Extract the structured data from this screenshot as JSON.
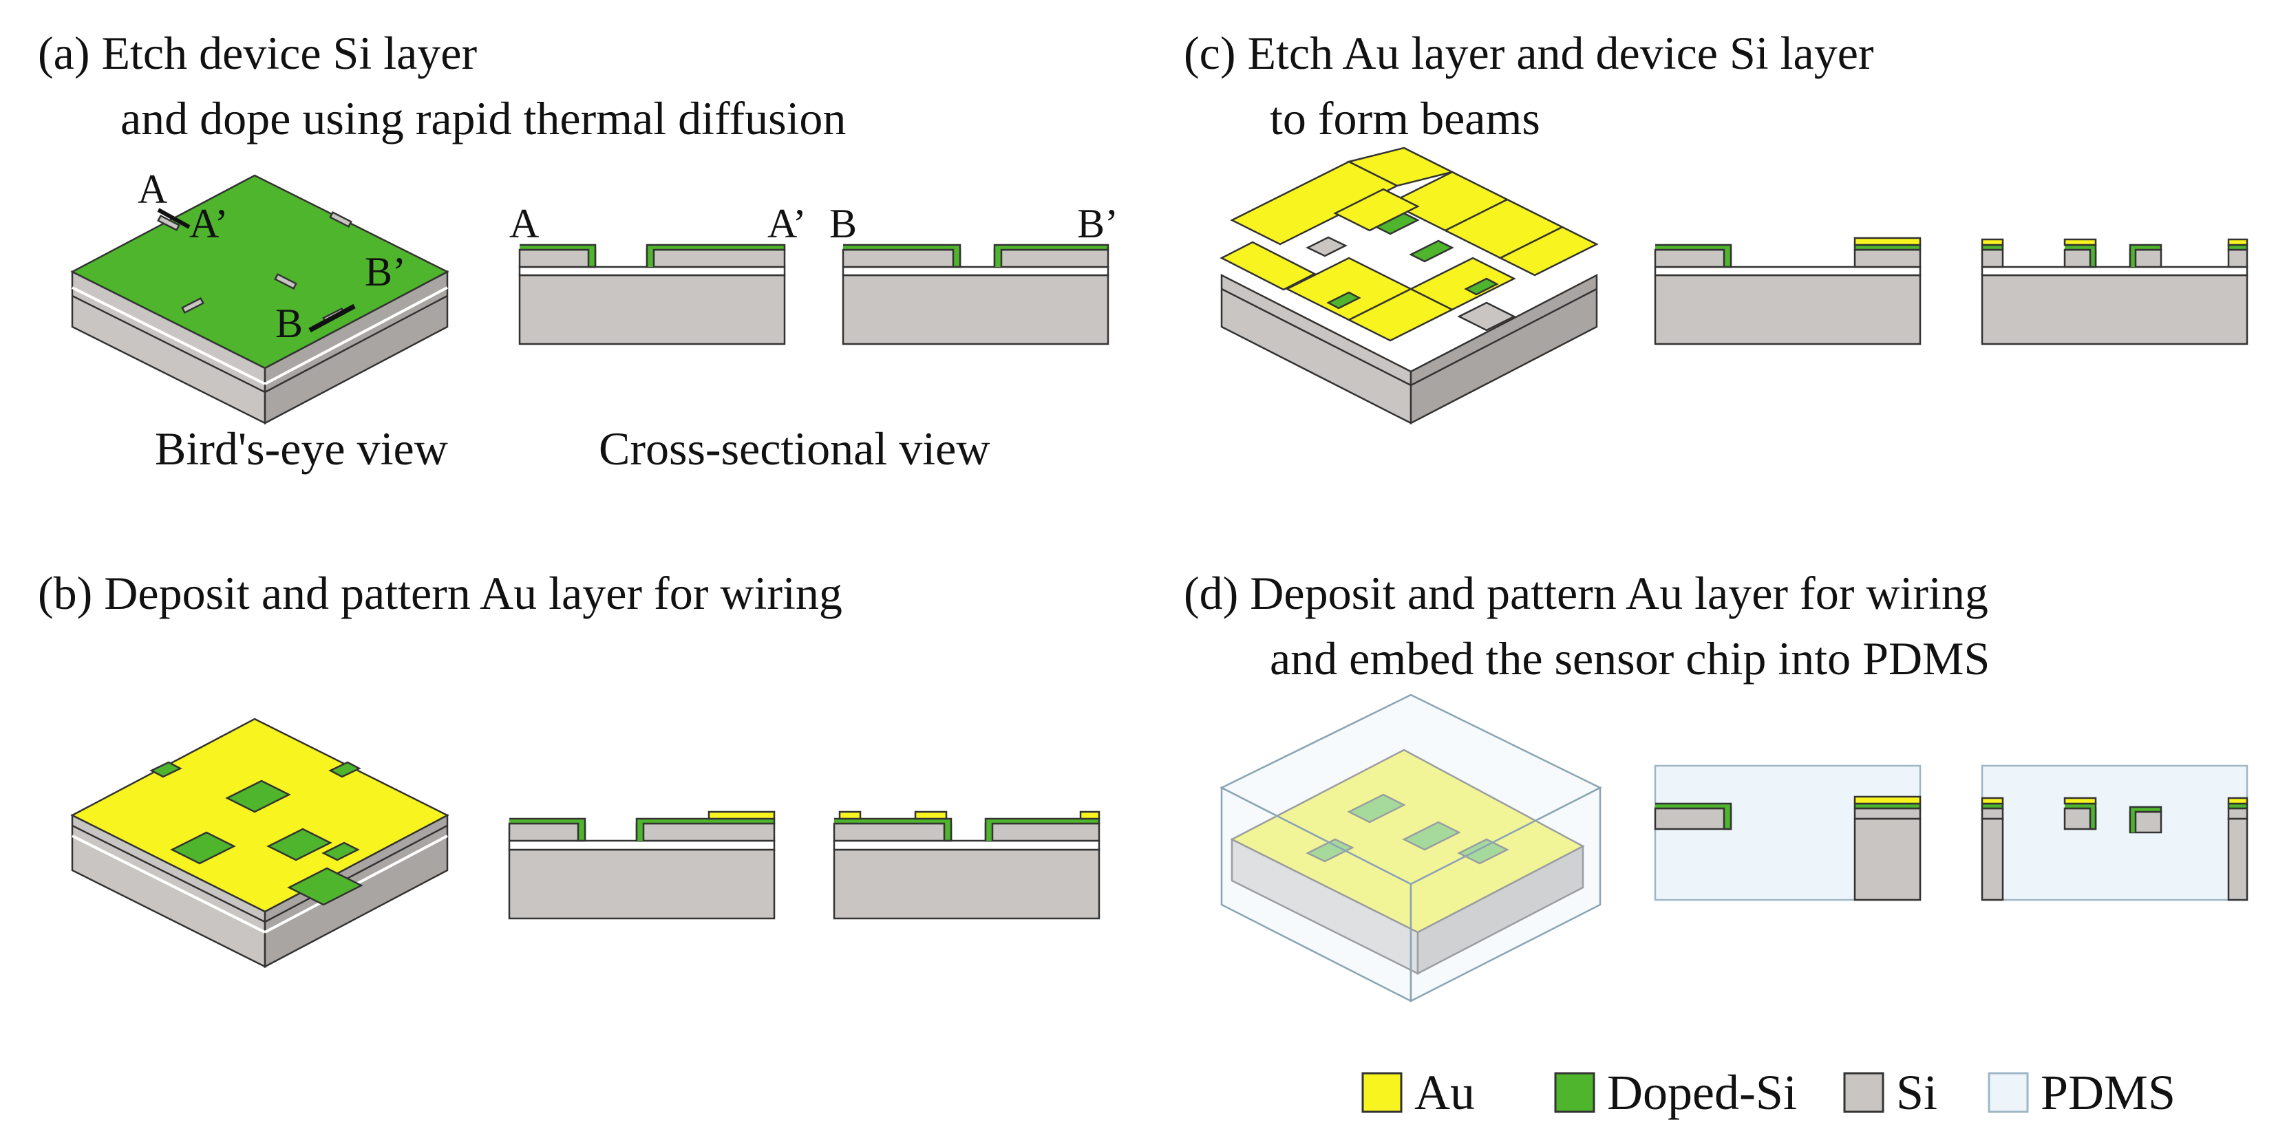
{
  "panels": {
    "a": {
      "title_line1": "(a) Etch device Si layer",
      "title_line2": "and dope using rapid thermal diffusion",
      "labels": {
        "A": "A",
        "A_prime": "A’",
        "B": "B",
        "B_prime": "B’"
      },
      "caption_birdseye": "Bird's-eye view",
      "caption_cross": "Cross-sectional view"
    },
    "b": {
      "title_line1": "(b) Deposit and pattern Au layer for wiring"
    },
    "c": {
      "title_line1": "(c) Etch Au layer and device Si layer",
      "title_line2": "to form beams"
    },
    "d": {
      "title_line1": "(d) Deposit and pattern Au layer for wiring",
      "title_line2": "and embed the sensor chip into PDMS"
    }
  },
  "legend": [
    {
      "name": "Au",
      "color": "#f7f41f"
    },
    {
      "name": "Doped-Si",
      "color": "#4eb52c"
    },
    {
      "name": "Si",
      "color": "#c9c5c3"
    },
    {
      "name": "PDMS",
      "color": "#eef5fa"
    }
  ],
  "colors": {
    "au": "#f7f41f",
    "doped_si": "#4eb52c",
    "si": "#c9c5c3",
    "si_dark": "#a9a5a3",
    "pdms": "#eef5fa",
    "edge": "#333333"
  }
}
